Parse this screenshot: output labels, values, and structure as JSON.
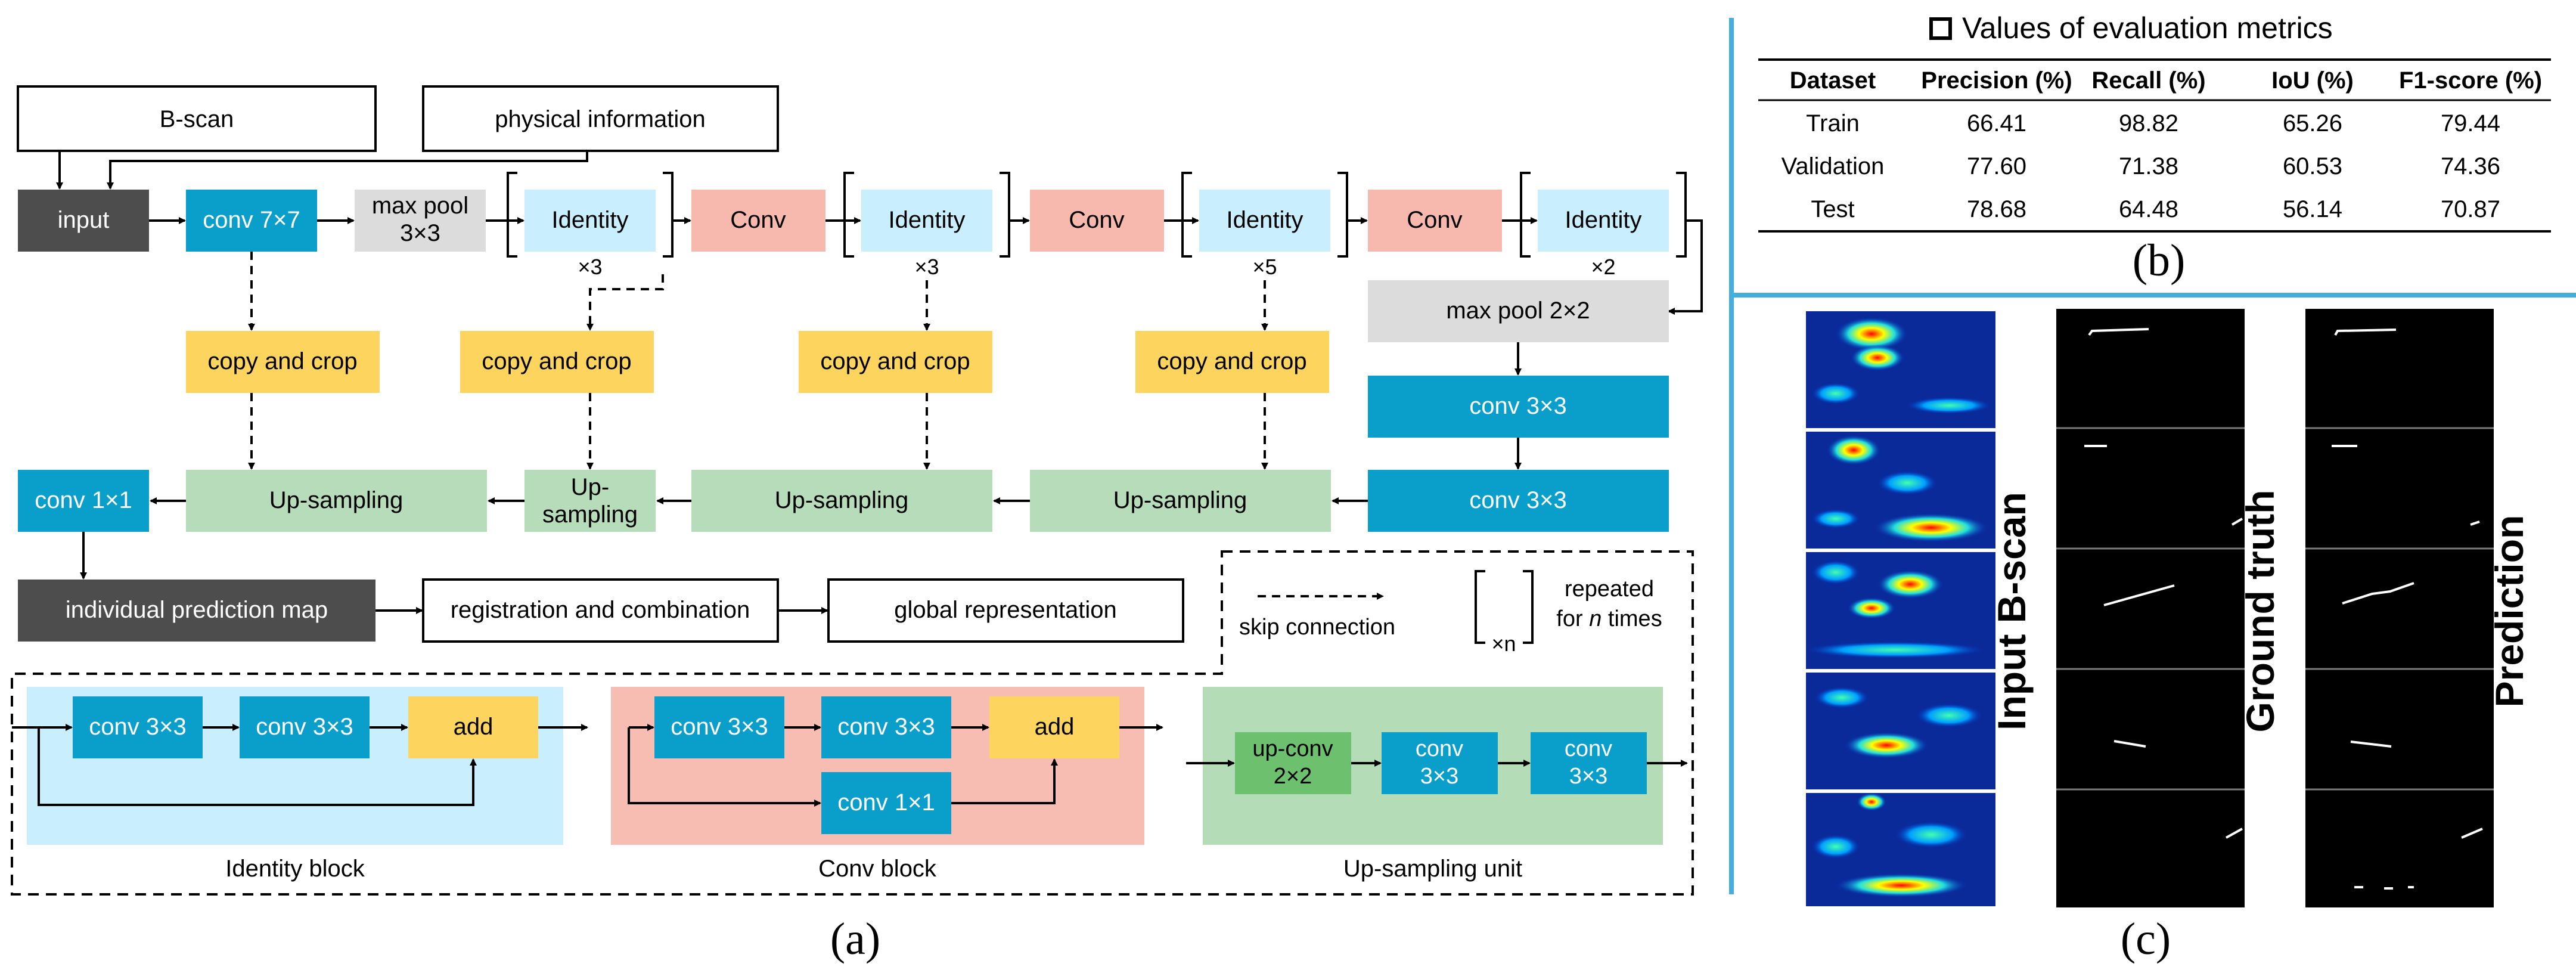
{
  "colors": {
    "dark": "#4d4d4d",
    "teal": "#0a9ecb",
    "light_blue": "#c9efff",
    "salmon": "#f7b8ad",
    "gray": "#dcdcdc",
    "yellow": "#fdd55e",
    "green": "#b7dcba",
    "dark_green": "#6cc06e",
    "identity_bg": "#c9efff",
    "conv_bg": "#f8bdb2",
    "up_bg": "#b4dcb6",
    "divider": "#45aede"
  },
  "panel_a": {
    "inputs": {
      "bscan": "B-scan",
      "physical": "physical information"
    },
    "top_row": {
      "input": "input",
      "conv7": "conv 7×7",
      "maxpool_l1": "max pool",
      "maxpool_l2": "3×3",
      "identity": "Identity",
      "conv": "Conv",
      "rep_x3": "×3",
      "rep_x5": "×5",
      "rep_x2": "×2"
    },
    "maxpool22": "max pool 2×2",
    "conv33": "conv 3×3",
    "copy_crop": "copy and crop",
    "upsampling": "Up-sampling",
    "upsampling_small_l1": "Up-",
    "upsampling_small_l2": "sampling",
    "conv11": "conv 1×1",
    "bottom_row": {
      "individual": "individual prediction map",
      "registration": "registration and combination",
      "global": "global representation"
    },
    "legend": {
      "skip": "skip connection",
      "repeated_l1": "repeated",
      "repeated_l2_pre": "for ",
      "repeated_l2_n": "n",
      "repeated_l2_post": " times",
      "xn": "×n"
    },
    "blocks": {
      "identity_title": "Identity block",
      "conv_title": "Conv block",
      "up_title": "Up-sampling unit",
      "conv33": "conv 3×3",
      "conv11": "conv 1×1",
      "add": "add",
      "upconv_l1": "up-conv",
      "upconv_l2": "2×2",
      "conv_l1": "conv",
      "conv_l2": "3×3"
    },
    "caption": "(a)"
  },
  "panel_b": {
    "title": "Values of evaluation metrics",
    "columns": [
      "Dataset",
      "Precision (%)",
      "Recall (%)",
      "IoU (%)",
      "F1-score (%)"
    ],
    "rows": [
      [
        "Train",
        "66.41",
        "98.82",
        "65.26",
        "79.44"
      ],
      [
        "Validation",
        "77.60",
        "71.38",
        "60.53",
        "74.36"
      ],
      [
        "Test",
        "78.68",
        "64.48",
        "56.14",
        "70.87"
      ]
    ],
    "caption": "(b)"
  },
  "panel_c": {
    "label_input": "Input B-scan",
    "label_gt": "Ground truth",
    "label_pred": "Prediction",
    "caption": "(c)"
  }
}
